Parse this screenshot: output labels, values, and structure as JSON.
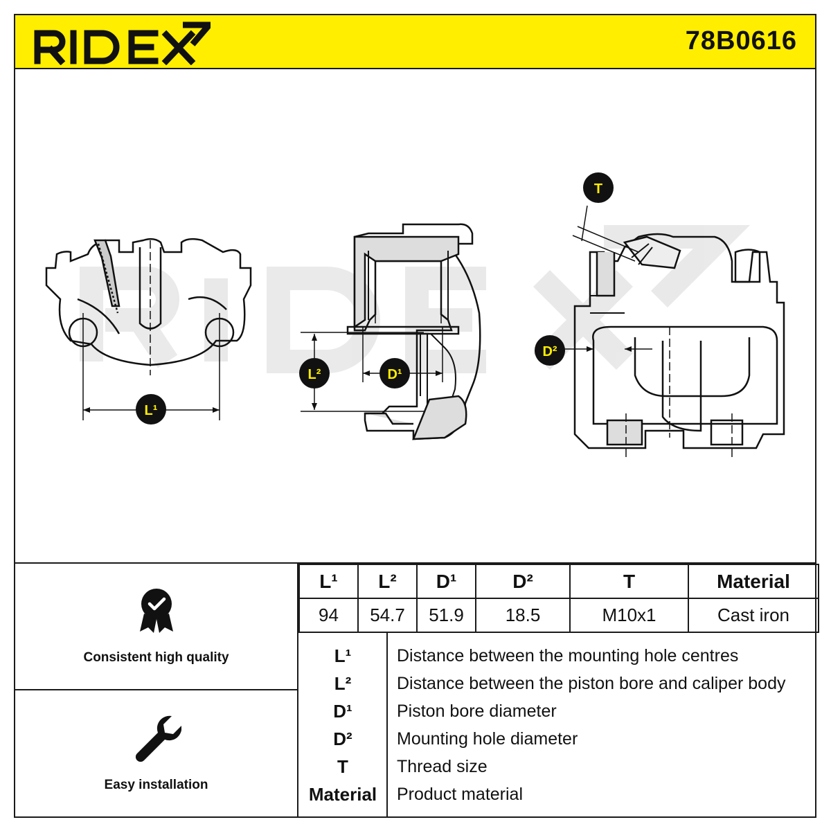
{
  "header": {
    "brand": "RIDEX",
    "part_number": "78B0616",
    "accent_color": "#ffee00"
  },
  "drawing": {
    "labels": {
      "l1": "L¹",
      "l2": "L²",
      "d1": "D¹",
      "d2": "D²",
      "t": "T"
    },
    "watermark": "RIDEX"
  },
  "features": [
    {
      "icon": "quality-badge-icon",
      "label": "Consistent high quality"
    },
    {
      "icon": "wrench-icon",
      "label": "Easy installation"
    }
  ],
  "spec_table": {
    "headers": [
      "L¹",
      "L²",
      "D¹",
      "D²",
      "T",
      "Material"
    ],
    "values": [
      "94",
      "54.7",
      "51.9",
      "18.5",
      "M10x1",
      "Cast iron"
    ]
  },
  "legend": [
    {
      "key": "L¹",
      "desc": "Distance between the mounting hole centres"
    },
    {
      "key": "L²",
      "desc": "Distance between the piston bore and caliper body"
    },
    {
      "key": "D¹",
      "desc": "Piston bore diameter"
    },
    {
      "key": "D²",
      "desc": "Mounting hole diameter"
    },
    {
      "key": "T",
      "desc": "Thread size"
    },
    {
      "key": "Material",
      "desc": "Product material"
    }
  ]
}
